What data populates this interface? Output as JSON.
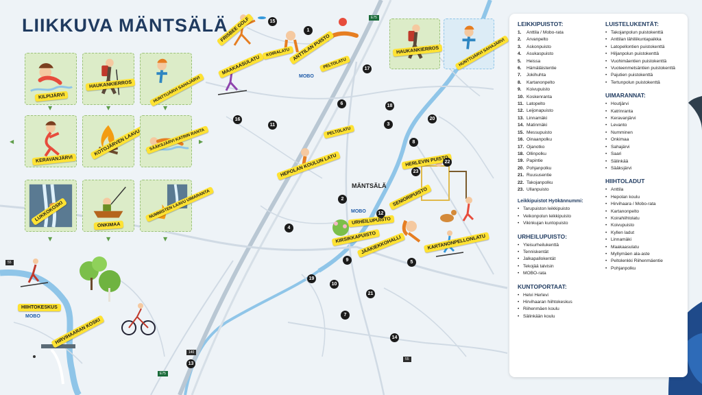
{
  "title": "LIIKKUVA MÄNTSÄLÄ",
  "colors": {
    "label_bg": "#ffe233",
    "title": "#1f3a5f",
    "water": "#8fc5e8",
    "tile_bg": "#dcecc8"
  },
  "tiles": [
    {
      "label": "KILPIJÄRVI",
      "icon": "swimmer-icon"
    },
    {
      "label": "HAUKANKIERROS",
      "icon": "hiker-icon"
    },
    {
      "label": "HUNTTIJÄRVI SAHAJÄRVI",
      "icon": "swimmer-icon"
    },
    {
      "label": "KERAVANJÄRVI",
      "icon": "swimmer-icon"
    },
    {
      "label": "KOTOJÄRVEN LAAVU",
      "icon": "campfire-icon"
    },
    {
      "label": "SÄÄKSJÄRVI KATRIN RANTA",
      "icon": "swimmer-icon"
    },
    {
      "label": "LUKKOKOSKI",
      "icon": "waterfall-icon"
    },
    {
      "label": "ONKIMAA",
      "icon": "fishing-boat-icon"
    },
    {
      "label": "NUMMISTEN LAAVU UIMARANTA",
      "icon": "campfire-icon"
    }
  ],
  "top_tiles": [
    {
      "label": "HAUKANKIERROS",
      "icon": "hiker-icon"
    },
    {
      "label": "HUNTTIJÄRVI SAHAJÄRVI",
      "icon": "swimmer-icon"
    }
  ],
  "map_labels": {
    "frisbee": "FRISBEE GOLF",
    "koiralatu": "KOIRALATU",
    "anttila": "ANTTILAN PUISTO",
    "peltolatu1": "PELTOLATU",
    "maakaasulatu": "MAAKAASULATU",
    "peltolatu2": "PELTOLATU",
    "hepola": "HEPOLAN KOULUN LATU",
    "herlevi": "HERLEVIN PUISTO",
    "senioripuisto": "SENIORIPUISTO",
    "urheilupuisto": "URHEILUPUISTO",
    "kirsikkapuisto": "KIRSIKKAPUISTO",
    "jaakiekkohalli": "JÄÄKIEKKOHALLI",
    "kartanonpelto": "KARTANONPELLONLATU",
    "hiihtokeskus": "HIIHTOKESKUS",
    "hirvihaara": "HIRVIHAARAN KOSKI",
    "town": "MÄNTSÄLÄ",
    "mobo": "MOBO"
  },
  "markers": [
    {
      "n": "1"
    },
    {
      "n": "2"
    },
    {
      "n": "3"
    },
    {
      "n": "4"
    },
    {
      "n": "5"
    },
    {
      "n": "6"
    },
    {
      "n": "7"
    },
    {
      "n": "8"
    },
    {
      "n": "9"
    },
    {
      "n": "10"
    },
    {
      "n": "11"
    },
    {
      "n": "12"
    },
    {
      "n": "13"
    },
    {
      "n": "14"
    },
    {
      "n": "15"
    },
    {
      "n": "16"
    },
    {
      "n": "17"
    },
    {
      "n": "18"
    },
    {
      "n": "19"
    },
    {
      "n": "20"
    },
    {
      "n": "21"
    },
    {
      "n": "22"
    },
    {
      "n": "23"
    }
  ],
  "road_signs": [
    "E75",
    "E75",
    "140",
    "55",
    "55"
  ],
  "legend": {
    "leikkipuistot": {
      "heading": "LEIKKIPUISTOT:",
      "items": [
        {
          "n": "1.",
          "name": "Anttila / Mobo-rata"
        },
        {
          "n": "2.",
          "name": "Arvanpelto"
        },
        {
          "n": "3.",
          "name": "Askonpuisto"
        },
        {
          "n": "4.",
          "name": "Asukaspuisto"
        },
        {
          "n": "5.",
          "name": "Heissa"
        },
        {
          "n": "6.",
          "name": "Hämäläistentie"
        },
        {
          "n": "7.",
          "name": "Jokihuhta"
        },
        {
          "n": "8.",
          "name": "Kartanonpelto"
        },
        {
          "n": "9.",
          "name": "Koivupuisto"
        },
        {
          "n": "10.",
          "name": "Koskenranta"
        },
        {
          "n": "11.",
          "name": "Latopelto"
        },
        {
          "n": "12.",
          "name": "Leijonapuisto"
        },
        {
          "n": "13.",
          "name": "Linnamäki"
        },
        {
          "n": "14.",
          "name": "Matinmäki"
        },
        {
          "n": "15.",
          "name": "Messupuisto"
        },
        {
          "n": "16.",
          "name": "Oinaanpolku"
        },
        {
          "n": "17.",
          "name": "Ojanotko"
        },
        {
          "n": "18.",
          "name": "Ollinpolku"
        },
        {
          "n": "19.",
          "name": "Papintie"
        },
        {
          "n": "20.",
          "name": "Pohjanpolku"
        },
        {
          "n": "21.",
          "name": "Ruususentie"
        },
        {
          "n": "22.",
          "name": "Takojanpolku"
        },
        {
          "n": "23.",
          "name": "Ullanpuisto"
        }
      ]
    },
    "hyokannummi": {
      "heading": "Leikkipuistot Hyökännummi:",
      "items": [
        "Tarupuiston leikkipuisto",
        "Veikonpolun leikkipuisto",
        "Vikinkujan kuntopuisto"
      ]
    },
    "urheilupuisto": {
      "heading": "URHEILUPUISTO:",
      "items": [
        "Yleisurheilukenttä",
        "Tenniskentät",
        "Jalkapallokentät",
        "Tekojää talvisin",
        "MOBO-rata"
      ]
    },
    "kuntoportaat": {
      "heading": "KUNTOPORTAAT:",
      "items": [
        "Helvi Herlevi",
        "Hirvihaaran hiihtokeskus",
        "Riihenmäen koulu",
        "Sälinkään koulu"
      ]
    },
    "luistelukentat": {
      "heading": "LUISTELUKENTÄT:",
      "items": [
        "Takojanpolun puistokenttä",
        "Anttilan lähiliikuntapaikka",
        "Latopellontien puistokenttä",
        "Hiljanpolun puistokenttä",
        "Vuohimäentien puistokenttä",
        "Vuoteenmetsäntien puistokenttä",
        "Pajutien puistokenttä",
        "Tertunpolun puistokenttä"
      ]
    },
    "uimarannat": {
      "heading": "UIMARANNAT:",
      "items": [
        "Houtjärvi",
        "Katrinranta",
        "Keravanjärvi",
        "Levanto",
        "Numminen",
        "Onkimaa",
        "Sahajärvi",
        "Saari",
        "Sälinkää",
        "Sääksjärvi"
      ]
    },
    "hiihtoladut": {
      "heading": "HIIHTOLADUT",
      "items": [
        "Anttila",
        "Hepolan koulu",
        "Hirvihaara / Mobo-rata",
        "Kartanonpelto",
        "Koirahiihtolatu",
        "Koivupuisto",
        "Kyllen ladut",
        "Linnamäki",
        "Maakaasulatu",
        "Myllymäen ala-aste",
        "Peltolenkki Riihenmäentie",
        "Pohjanpolku"
      ]
    }
  }
}
